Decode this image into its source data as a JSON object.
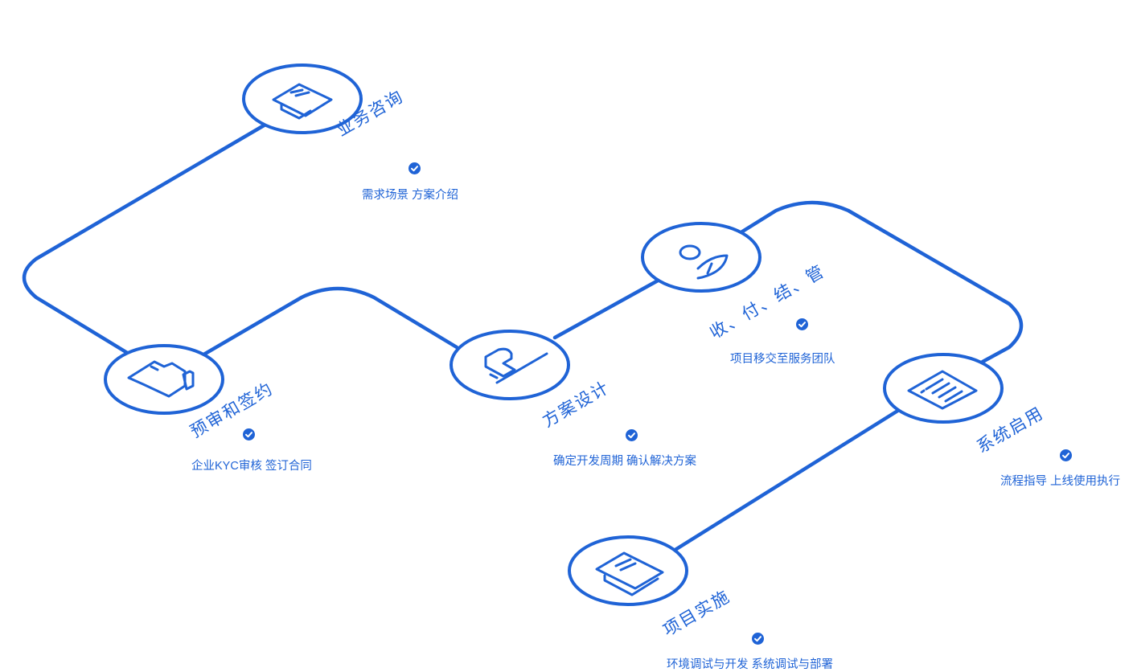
{
  "steps": [
    {
      "title": "业务咨询",
      "desc": "需求场景 方案介绍",
      "icon": "document-icon"
    },
    {
      "title": "预审和签约",
      "desc": "企业KYC审核 签订合同",
      "icon": "folder-clip-icon"
    },
    {
      "title": "方案设计",
      "desc": "确定开发周期 确认解决方案",
      "icon": "stamp-icon"
    },
    {
      "title": "收、付、结、管",
      "desc": "项目移交至服务团队",
      "icon": "people-leaf-icon"
    },
    {
      "title": "系统启用",
      "desc": "流程指导 上线使用执行",
      "icon": "list-doc-icon"
    },
    {
      "title": "项目实施",
      "desc": "环境调试与开发 系统调试与部署",
      "icon": "stack-doc-icon"
    }
  ],
  "colors": {
    "accent": "#1f63d6",
    "background": "#ffffff"
  }
}
